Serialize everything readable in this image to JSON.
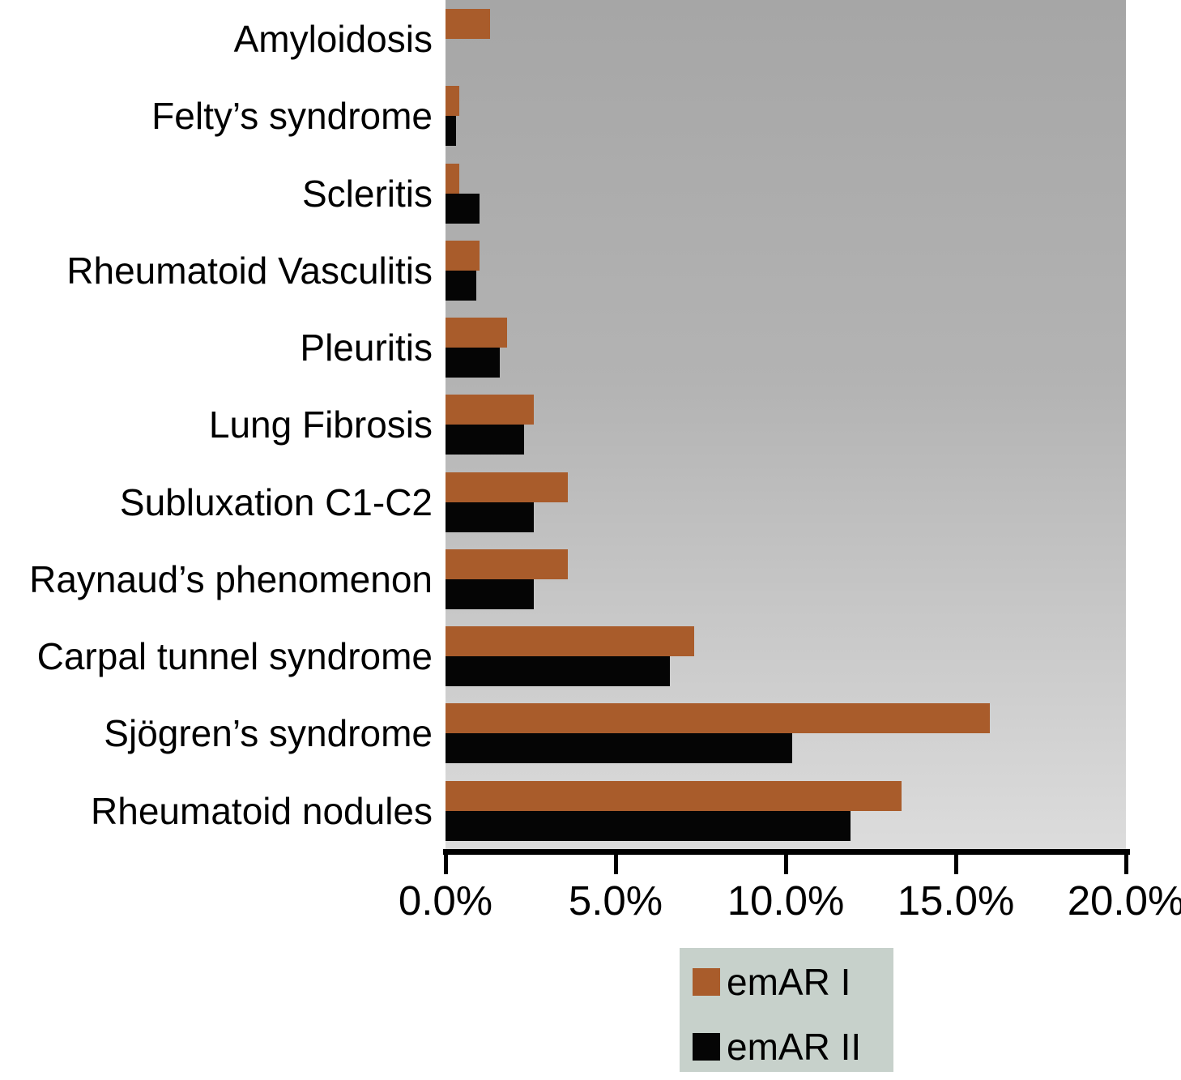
{
  "chart_data": {
    "type": "bar",
    "orientation": "horizontal",
    "title": "",
    "xlabel": "",
    "ylabel": "",
    "grid": false,
    "xlim": [
      0,
      20
    ],
    "x_tick_values": [
      0,
      5,
      10,
      15,
      20
    ],
    "x_tick_labels": [
      "0.0%",
      "5.0%",
      "10.0%",
      "15.0%",
      "20.0%"
    ],
    "categories": [
      "Amyloidosis",
      "Felty’s syndrome",
      "Scleritis",
      "Rheumatoid Vasculitis",
      "Pleuritis",
      "Lung Fibrosis",
      "Subluxation C1-C2",
      "Raynaud’s phenomenon",
      "Carpal tunnel syndrome",
      "Sjögren’s syndrome",
      "Rheumatoid nodules"
    ],
    "series": [
      {
        "name": "emAR I",
        "color": "#a95c2b",
        "values": [
          1.3,
          0.4,
          0.4,
          1.0,
          1.8,
          2.6,
          3.6,
          3.6,
          7.3,
          16.0,
          13.4
        ]
      },
      {
        "name": "emAR II",
        "color": "#050505",
        "values": [
          0,
          0.3,
          1.0,
          0.9,
          1.6,
          2.3,
          2.6,
          2.6,
          6.6,
          10.2,
          11.9
        ]
      }
    ],
    "legend_position": "bottom",
    "legend_background": "#c7d1cb",
    "plot_background_top": "#a6a6a6",
    "plot_background_bottom": "#dcdcdc"
  }
}
